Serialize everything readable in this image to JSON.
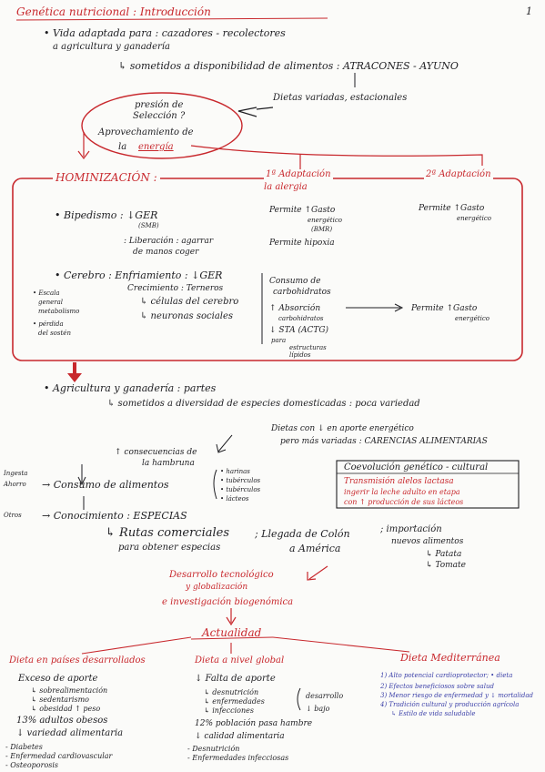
{
  "header": {
    "title": "Genética nutricional : Introducción",
    "page_number": "1"
  },
  "top": {
    "line1": "• Vida adaptada para : cazadores - recolectores",
    "line2": "a agricultura y ganadería",
    "line3": "↳ sometidos a disponibilidad de alimentos : ATRACONES - AYUNO",
    "dietas": "Dietas variadas, estacionales"
  },
  "oval": {
    "line1": "presión de",
    "line2": "Selección ?",
    "line3": "Aprovechamiento de",
    "line4a": "la",
    "line4b": "energía"
  },
  "box": {
    "heading": "HOMINIZACIÓN :",
    "col1": "1ª Adaptación",
    "col1b": "la alergia",
    "col2": "2ª Adaptación",
    "bipedismo": "• Bipedismo : ↓GER",
    "bip_sub": "(SMB)",
    "liberacion1": ": Liberación : agarrar",
    "liberacion2": "de manos     coger",
    "permite1a": "Permite ↑Gasto",
    "permite1b": "energético",
    "permite1c": "(BMR)",
    "permite2a": "Permite ↑Gasto",
    "permite2b": "energético",
    "permite_hipoxia": "Permite hipoxia",
    "cerebro": "• Cerebro : Enfriamiento : ↓GER",
    "crecimiento": "Crecimiento : Terneros",
    "ccells": "↳ células del cerebro",
    "neuronas": "↳ neuronas sociales",
    "escala_note1": "• Escala",
    "escala_note2": "general",
    "escala_note3": "metabolismo",
    "escala_note4": "• pérdida",
    "escala_note5": "del sostén",
    "consumo1": "Consumo de",
    "consumo2": "carbohidratos",
    "absorcion1": "↑ Absorción",
    "absorcion2": "carbohidratos",
    "sta1": "↓ STA (ACTG)",
    "sta2": "para",
    "sta3": "estructuras",
    "sta4": "lípidos",
    "permite3a": "Permite ↑Gasto",
    "permite3b": "energético"
  },
  "middle": {
    "agricultura": "• Agricultura y ganadería : partes",
    "sometidos": "↳ sometidos a diversidad de especies domesticadas : poca variedad",
    "dietas1": "Dietas con ↓ en aporte energético",
    "dietas2": "pero más variadas : CARENCIAS ALIMENTARIAS",
    "conseq": "↑ consecuencias de",
    "conseq2": "la hambruna",
    "left1": "Ingesta",
    "left2": "Ahorro",
    "left3": "Otros",
    "consumo": "→ Consumo de alimentos",
    "cons_items": [
      "• harinas",
      "• tubérculos",
      "• tubérculos",
      "• lácteos"
    ],
    "conocimiento": "→ Conocimiento : ESPECIAS",
    "rutas": "↳ Rutas comerciales",
    "rutas2": "para obtener especias",
    "llegada": "; Llegada de Colón",
    "llegada2": "a América",
    "importacion": "; importación",
    "importacion2": "nuevos alimentos",
    "patata": "↳ Patata",
    "tomate": "↳ Tomate",
    "coevolucion": "Coevolución genético - cultural",
    "coevo1": "Transmisión alelos lactasa",
    "coevo2": "ingerir la leche adulto en etapa",
    "coevo3": "con ↑ producción de sus lácteos"
  },
  "bottom": {
    "desarrollo1": "Desarrollo tecnológico",
    "desarrollo2": "y globalización",
    "desarrollo3": "e investigación biogenómica",
    "actualidad": "Actualidad",
    "col_a_title": "Dieta en países desarrollados",
    "col_a1": "Exceso de aporte",
    "col_a2": "↳ sobrealimentación",
    "col_a3": "↳ sedentarismo",
    "col_a4": "↳ obesidad   ↑ peso",
    "col_a5": "13% adultos obesos",
    "col_a6": "↓ variedad alimentaria",
    "col_a7": "- Diabetes",
    "col_a8": "- Enfermedad cardiovascular",
    "col_a9": "- Osteoporosis",
    "col_b_title": "Dieta a nivel global",
    "col_b1": "↓ Falta de aporte",
    "col_b2": "↳ desnutrición",
    "col_b3": "↳ enfermedades",
    "col_b4": "↳ infecciones",
    "col_b5": "12% población pasa hambre",
    "col_b6": "↓ calidad alimentaria",
    "col_b7": "- Desnutrición",
    "col_b8": "- Enfermedades infecciosas",
    "col_b_side1": "desarrollo",
    "col_b_side2": "↓ bajo",
    "col_c_title": "Dieta Mediterránea",
    "col_c1": "1) Alto potencial cardioprotector; • dieta",
    "col_c2": "2) Efectos beneficiosos sobre salud",
    "col_c3": "3) Menor riesgo de enfermedad y ↓ mortalidad",
    "col_c4": "4) Tradición cultural y producción agrícola",
    "col_c5": "↳ Estilo de vida saludable"
  },
  "colors": {
    "ink": "#1e1e22",
    "red": "#c8282d",
    "blue": "#3a3fa8",
    "paper": "#fbfbf9"
  }
}
